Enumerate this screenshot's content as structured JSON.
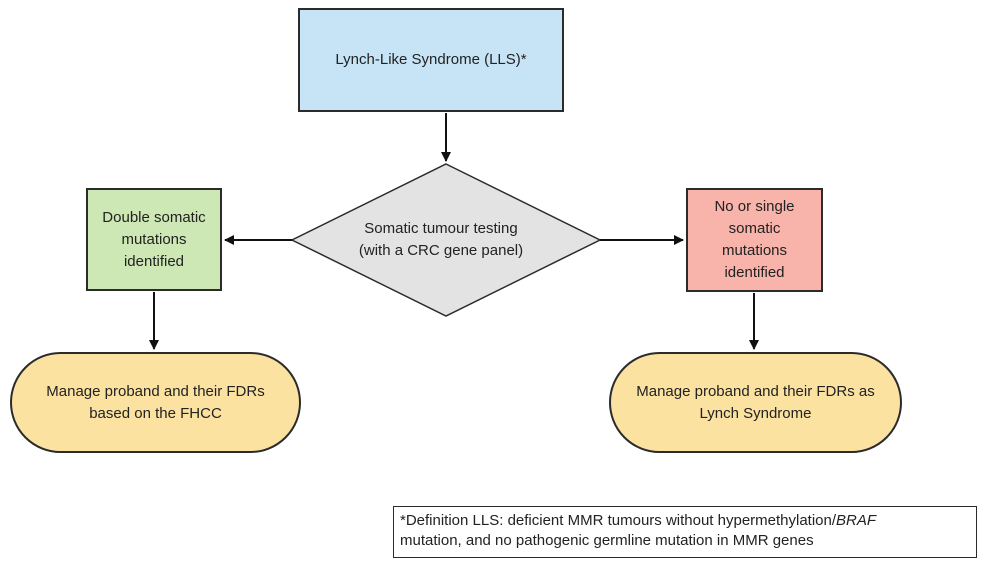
{
  "nodes": {
    "lls": {
      "label": "Lynch-Like Syndrome (LLS)*"
    },
    "somatic_testing": {
      "line1": "Somatic tumour testing",
      "line2": "(with a CRC gene panel)"
    },
    "double": {
      "line1": "Double somatic",
      "line2": "mutations",
      "line3": "identified"
    },
    "single": {
      "line1": "No or single",
      "line2": "somatic",
      "line3": "mutations",
      "line4": "identified"
    },
    "manage_left": {
      "line1": "Manage proband and their FDRs",
      "line2": "based on the FHCC"
    },
    "manage_right": {
      "line1": "Manage proband and their FDRs as",
      "line2": "Lynch Syndrome"
    }
  },
  "footnote": {
    "part1": "*Definition LLS: deficient MMR tumours without hypermethylation/",
    "italic": "BRAF",
    "part2": "mutation, and no pathogenic germline mutation in MMR genes"
  },
  "colors": {
    "lls_fill": "#c6e4f6",
    "double_fill": "#cde8b4",
    "single_fill": "#f8b3aa",
    "manage_fill": "#fce2a1",
    "diamond_fill": "#e3e3e3",
    "stroke": "#2b2b2b"
  }
}
